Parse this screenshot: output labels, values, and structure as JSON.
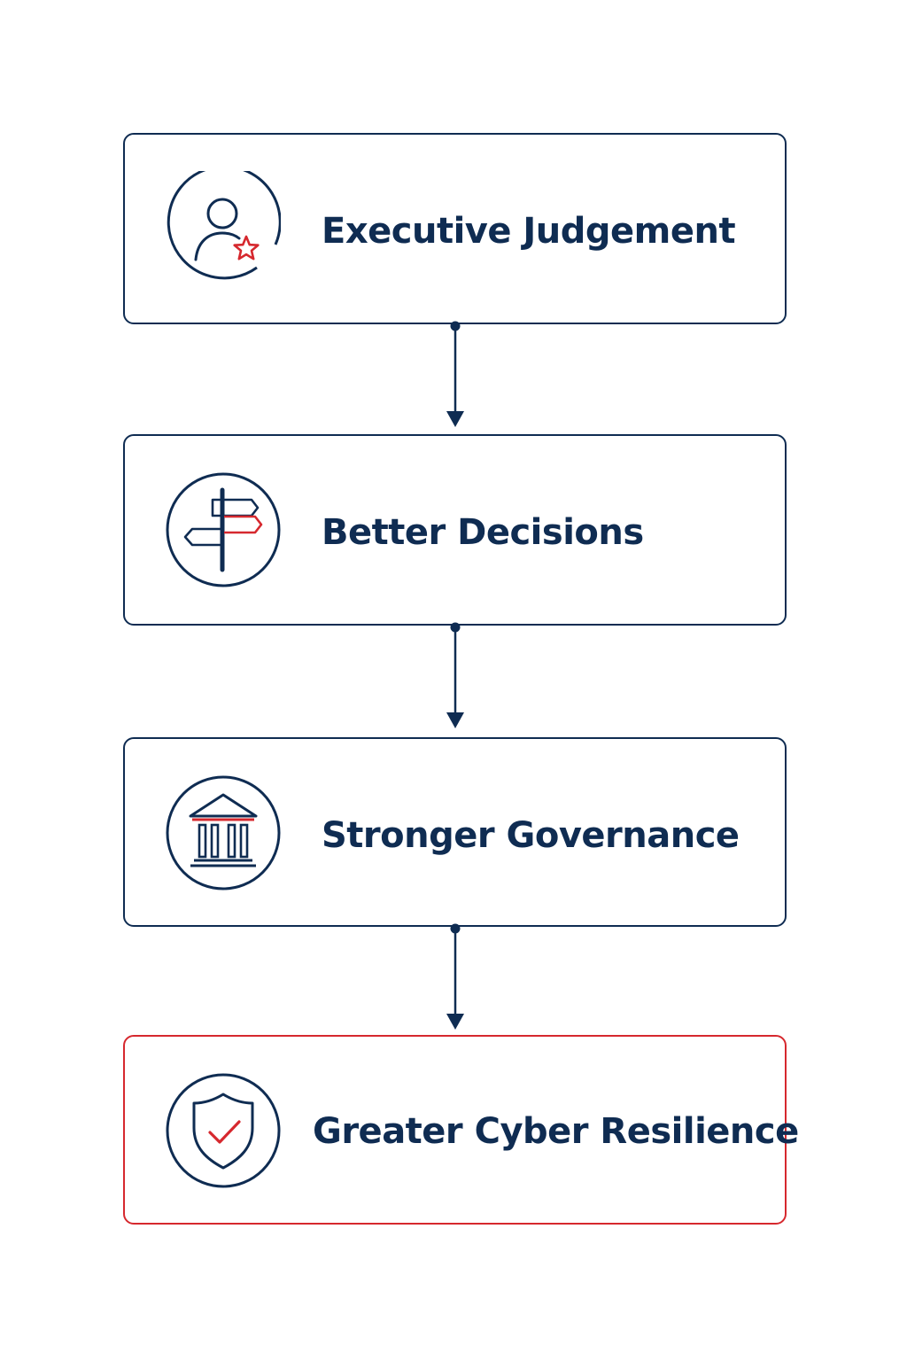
{
  "colors": {
    "navy": "#0f2c52",
    "accent_red": "#d6282e"
  },
  "steps": [
    {
      "label": "Executive Judgement",
      "icon": "person-star-icon"
    },
    {
      "label": "Better Decisions",
      "icon": "signpost-icon"
    },
    {
      "label": "Stronger Governance",
      "icon": "institution-building-icon"
    },
    {
      "label": "Greater Cyber Resilience",
      "icon": "shield-check-icon"
    }
  ]
}
